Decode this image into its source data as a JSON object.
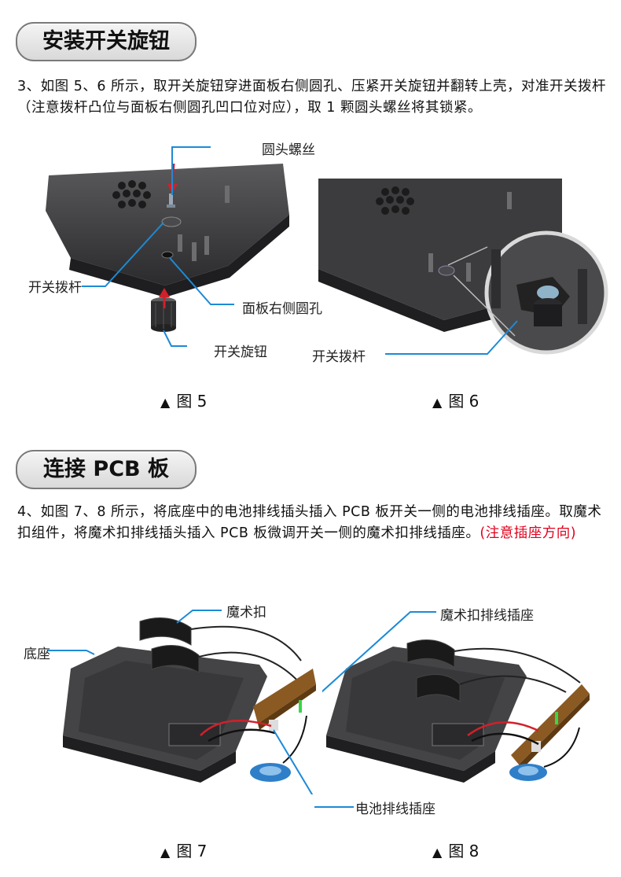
{
  "section1": {
    "title": "安装开关旋钮",
    "text": "3、如图 5、6 所示，取开关旋钮穿进面板右侧圆孔、压紧开关旋钮并翻转上壳，对准开关拨杆（注意拨杆凸位与面板右侧圆孔凹口位对应），取 1 颗圆头螺丝将其锁紧。",
    "fig5": {
      "screw": "圆头螺丝",
      "lever": "开关拨杆",
      "hole": "面板右侧圆孔",
      "knob": "开关旋钮",
      "caption_marker": "▲",
      "caption": "图 5"
    },
    "fig6": {
      "lever": "开关拨杆",
      "caption_marker": "▲",
      "caption": "图 6"
    }
  },
  "section2": {
    "title": "连接 PCB 板",
    "text": "4、如图 7、8 所示，将底座中的电池排线插头插入 PCB 板开关一侧的电池排线插座。取魔术扣组件，将魔术扣排线插头插入 PCB 板微调开关一侧的魔术扣排线插座。",
    "note": "(注意插座方向)",
    "fig7": {
      "velcro": "魔术扣",
      "base": "底座",
      "caption_marker": "▲",
      "caption": "图 7"
    },
    "fig8": {
      "velcro_socket": "魔术扣排线插座",
      "caption_marker": "▲",
      "caption": "图 8"
    },
    "battery_socket": "电池排线插座"
  },
  "colors": {
    "callout_line": "#1d8ad6",
    "arrow": "#d2202a",
    "note": "#e1001c",
    "device": "#3b3b3d"
  }
}
